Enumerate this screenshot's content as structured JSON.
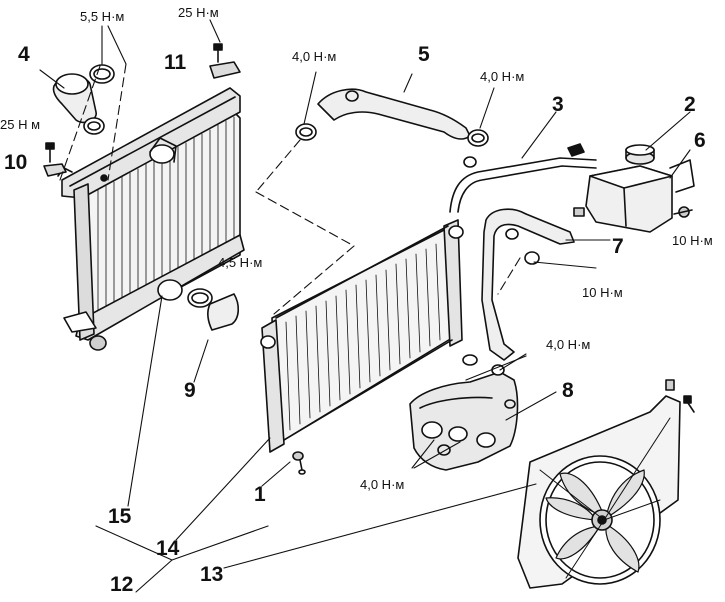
{
  "diagram": {
    "ink_color": "#111111",
    "background": "#ffffff",
    "callouts": [
      {
        "id": "c1",
        "text": "1"
      },
      {
        "id": "c2",
        "text": "2"
      },
      {
        "id": "c3",
        "text": "3"
      },
      {
        "id": "c4",
        "text": "4"
      },
      {
        "id": "c5",
        "text": "5"
      },
      {
        "id": "c6",
        "text": "6"
      },
      {
        "id": "c7",
        "text": "7"
      },
      {
        "id": "c8",
        "text": "8"
      },
      {
        "id": "c9",
        "text": "9"
      },
      {
        "id": "c10",
        "text": "10"
      },
      {
        "id": "c11",
        "text": "11"
      },
      {
        "id": "c12",
        "text": "12"
      },
      {
        "id": "c13",
        "text": "13"
      },
      {
        "id": "c14",
        "text": "14"
      },
      {
        "id": "c15",
        "text": "15"
      }
    ],
    "torques": [
      {
        "id": "t1",
        "text": "5,5 Н·м"
      },
      {
        "id": "t2",
        "text": "25 Н·м"
      },
      {
        "id": "t3",
        "text": "25 Н м"
      },
      {
        "id": "t4",
        "text": "4,0 Н·м"
      },
      {
        "id": "t5",
        "text": "4,0 Н·м"
      },
      {
        "id": "t6",
        "text": "4,5 Н·м"
      },
      {
        "id": "t7",
        "text": "10 Н·м"
      },
      {
        "id": "t8",
        "text": "10 Н·м"
      },
      {
        "id": "t9",
        "text": "4,0 Н·м"
      },
      {
        "id": "t10",
        "text": "4,0 Н·м"
      }
    ]
  }
}
